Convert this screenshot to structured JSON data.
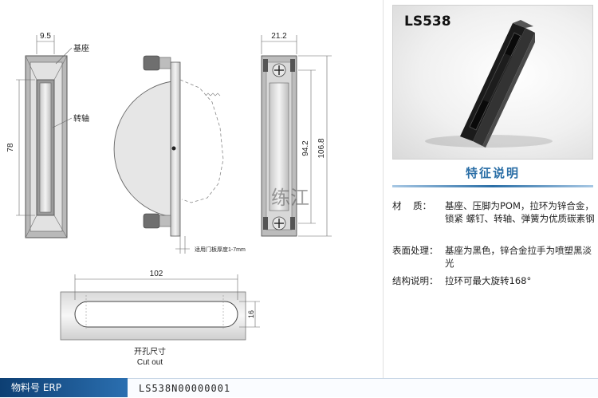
{
  "drawing": {
    "dims": {
      "front_width": "9.5",
      "side_width": "21.2",
      "height_78": "78",
      "height_94": "94.2",
      "height_106": "106.8",
      "cutout_length": "102",
      "cutout_height": "16"
    },
    "labels": {
      "base": "基座",
      "shaft": "转轴",
      "door_thickness": "适用门板厚度1-7mm",
      "cutout_cn": "开孔尺寸",
      "cutout_en": "Cut out"
    },
    "watermark": "练江"
  },
  "product": {
    "model": "LS538"
  },
  "features": {
    "title": "特征说明",
    "items": [
      {
        "key": "材    质：",
        "value": "基座、压脚为POM，拉环为锌合金，锁紧 螺钉、转轴、弹簧为优质碳素钢"
      },
      {
        "key": "表面处理：",
        "value": "基座为黑色，锌合金拉手为喷塑黑淡光"
      },
      {
        "key": "结构说明：",
        "value": "拉环可最大旋转168°"
      }
    ]
  },
  "erp": {
    "label": "物料号 ERP",
    "value": "LS538N00000001"
  },
  "colors": {
    "accent": "#2a6ea6",
    "erp_bar": "#0d3f73"
  }
}
